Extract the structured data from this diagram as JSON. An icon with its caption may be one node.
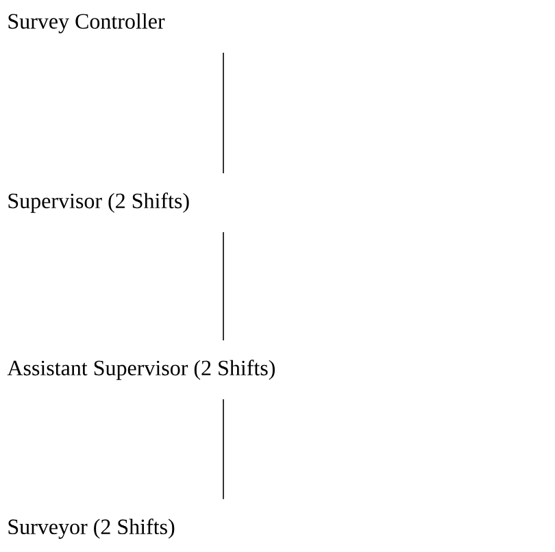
{
  "diagram": {
    "nodes": [
      {
        "text": [
          "Survey Controller"
        ]
      },
      {
        "text": [
          "Supervisor (2 Shifts)"
        ]
      },
      {
        "text": [
          "Assistant Supervisor (2 Shifts)"
        ]
      },
      {
        "text": [
          "Surveyor (2 Shifts)"
        ]
      }
    ],
    "edges": [
      {
        "from": 0,
        "to": 1,
        "arrow": "none"
      },
      {
        "from": 1,
        "to": 2,
        "arrow": "none"
      },
      {
        "from": 2,
        "to": 3,
        "arrow": "none"
      }
    ]
  }
}
